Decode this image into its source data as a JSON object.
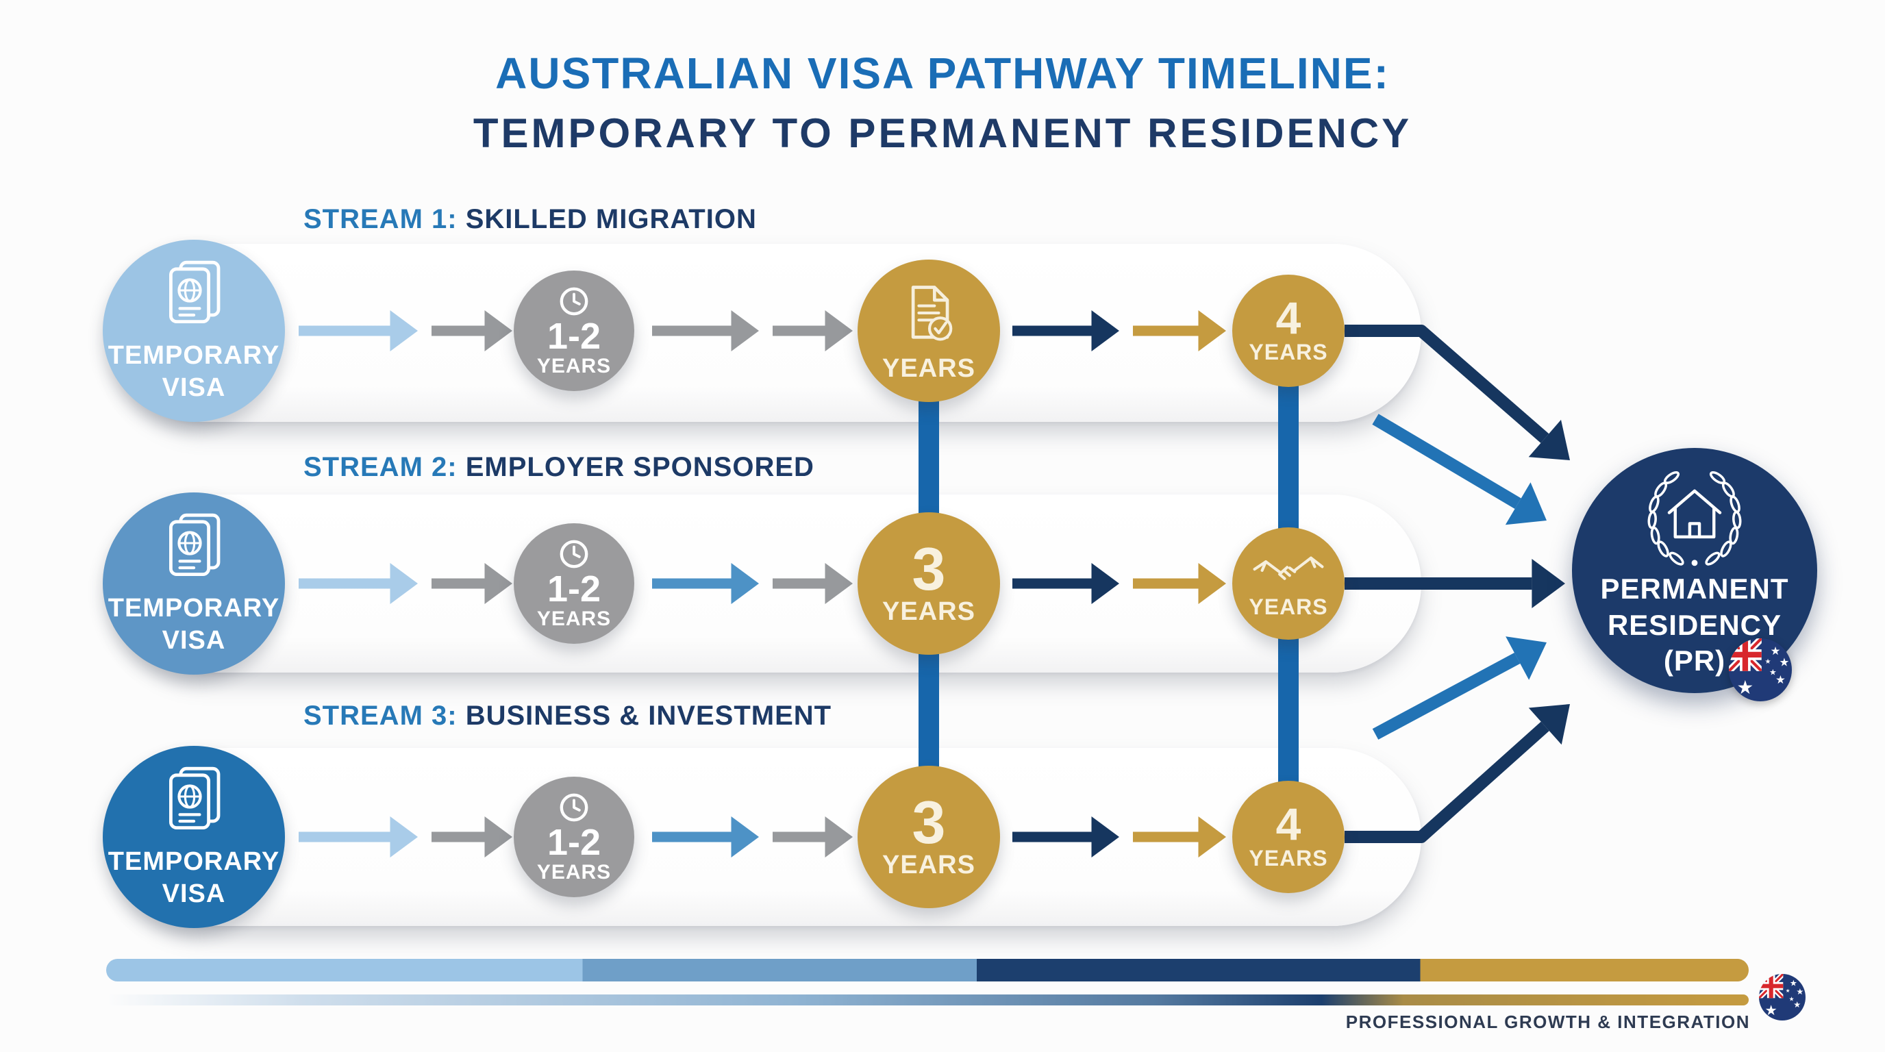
{
  "title": {
    "line1": "AUSTRALIAN VISA PATHWAY TIMELINE:",
    "line2": "TEMPORARY TO PERMANENT RESIDENCY"
  },
  "streams": [
    {
      "label_prefix": "STREAM 1:",
      "label_rest": "SKILLED MIGRATION",
      "start": {
        "label": "TEMPORARY\nVISA",
        "icon": "passport-icon"
      },
      "stage2": {
        "value": "1-2",
        "unit": "YEARS",
        "icon": "clock-icon"
      },
      "stage3": {
        "value": "",
        "unit": "YEARS",
        "icon": "document-check-icon"
      },
      "stage4": {
        "value": "4",
        "unit": "YEARS",
        "icon": ""
      }
    },
    {
      "label_prefix": "STREAM 2:",
      "label_rest": "EMPLOYER SPONSORED",
      "start": {
        "label": "TEMPORARY\nVISA",
        "icon": "passport-icon"
      },
      "stage2": {
        "value": "1-2",
        "unit": "YEARS",
        "icon": "clock-icon"
      },
      "stage3": {
        "value": "3",
        "unit": "YEARS",
        "icon": ""
      },
      "stage4": {
        "value": "",
        "unit": "YEARS",
        "icon": "handshake-icon"
      }
    },
    {
      "label_prefix": "STREAM 3:",
      "label_rest": "BUSINESS & INVESTMENT",
      "start": {
        "label": "TEMPORARY\nVISA",
        "icon": "passport-icon"
      },
      "stage2": {
        "value": "1-2",
        "unit": "YEARS",
        "icon": "clock-icon"
      },
      "stage3": {
        "value": "3",
        "unit": "YEARS",
        "icon": ""
      },
      "stage4": {
        "value": "4",
        "unit": "YEARS",
        "icon": ""
      }
    }
  ],
  "destination": {
    "label": "PERMANENT\nRESIDENCY\n(PR)",
    "icon": "laurel-house-icon",
    "flag_icon": "australian-flag-icon"
  },
  "footer": {
    "tagline": "PROFESSIONAL GROWTH & INTEGRATION",
    "flag_icon": "australian-flag-icon"
  },
  "colors": {
    "title_blue": "#1a6db6",
    "navy_text": "#1e3a67",
    "stream_prefix_blue": "#2779b7",
    "temp_visa_row1": "#9cc4e4",
    "temp_visa_row2": "#5e96c6",
    "temp_visa_row3": "#2271ae",
    "gray_node": "#9b9b9d",
    "gold": "#c59b40",
    "connector_blue": "#1766ab",
    "arrow_navy": "#16365f",
    "arrow_medium_blue": "#4d92c6",
    "arrow_light_blue": "#a9cce9",
    "arrow_gray": "#97999c",
    "pr_navy": "#1c3a6a"
  }
}
